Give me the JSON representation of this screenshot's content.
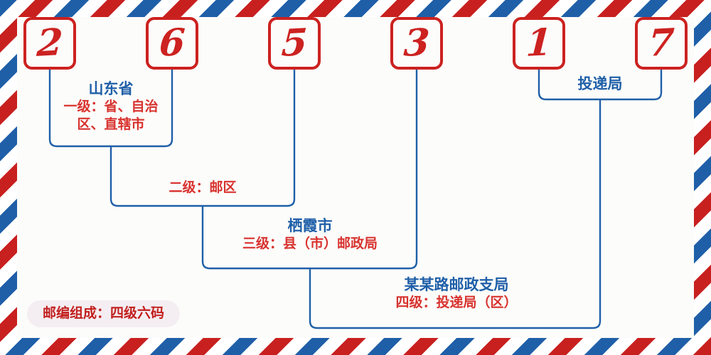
{
  "postcode": {
    "digits": [
      "2",
      "6",
      "5",
      "3",
      "1",
      "7"
    ]
  },
  "theme": {
    "red": "#cc2220",
    "blue": "#1f5fa8",
    "tier_red": "#d8322e",
    "paper": "#fcfcfa",
    "badge_bg": "#f4eef2",
    "badge_red": "#c2201e"
  },
  "levels": {
    "level1": {
      "name": "山东省",
      "tier": "一级：省、自治区、直辖市"
    },
    "level2": {
      "name": "",
      "tier": "二级：邮区"
    },
    "level3": {
      "name": "栖霞市",
      "tier": "三级：县（市）邮政局"
    },
    "level4": {
      "name": "某某路邮政支局",
      "tier": "四级：投递局（区）"
    },
    "delivery": {
      "name": "投递局"
    }
  },
  "badge": {
    "text": "邮编组成：四级六码"
  }
}
